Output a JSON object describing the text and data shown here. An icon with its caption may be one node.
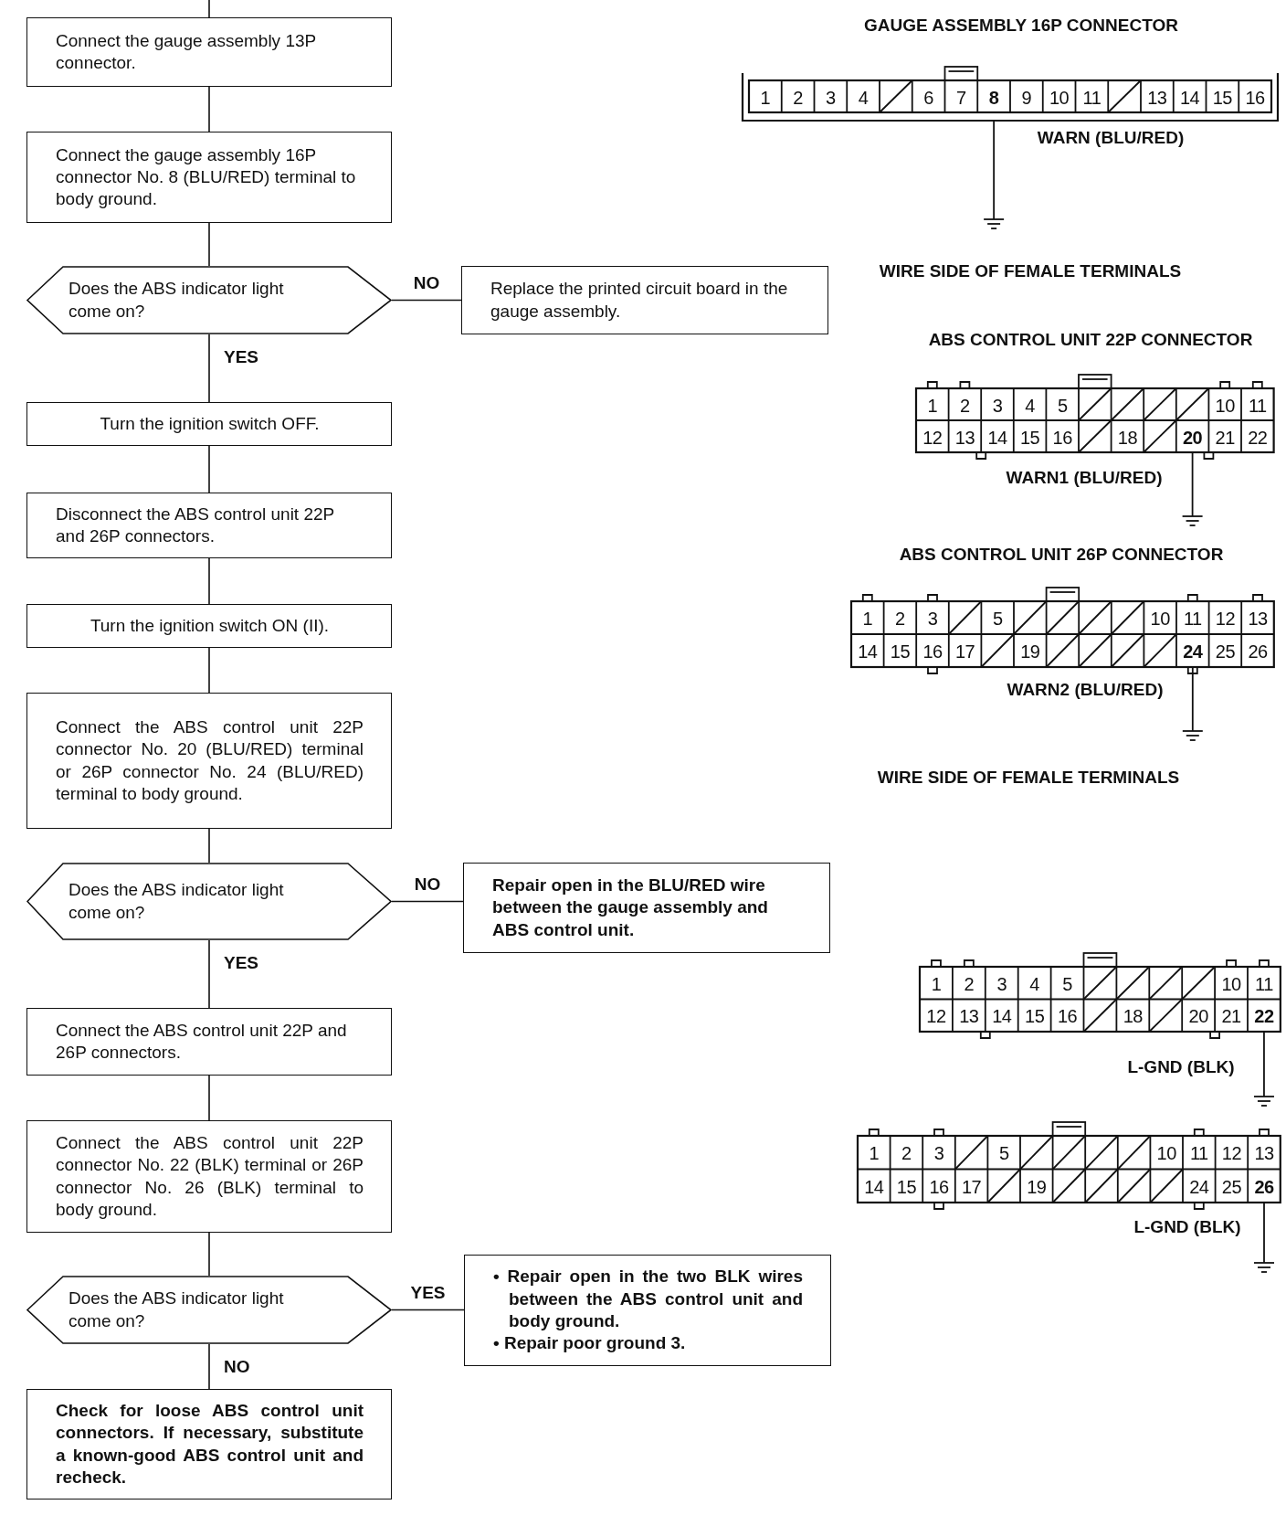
{
  "diagram": {
    "nodes": [
      {
        "text": [
          "Connect the gauge assembly 13P connector."
        ]
      },
      {
        "text": [
          "Connect the gauge assembly 16P connector No. 8 (BLU/RED) terminal to body ground."
        ]
      },
      {
        "text": [
          "Does the ABS indicator light come on?"
        ]
      },
      {
        "text": [
          "Replace the printed circuit board in the gauge assembly."
        ]
      },
      {
        "text": [
          "Turn the ignition switch OFF."
        ]
      },
      {
        "text": [
          "Disconnect the ABS control unit 22P and 26P connectors."
        ]
      },
      {
        "text": [
          "Turn the ignition switch ON (II)."
        ]
      },
      {
        "text": [
          "Connect the ABS control unit 22P connector No. 20 (BLU/RED) terminal or 26P connector No. 24 (BLU/RED) terminal to body ground."
        ]
      },
      {
        "text": [
          "Does the ABS indicator light come on?"
        ]
      },
      {
        "text": [
          "Repair open in the BLU/RED wire between the gauge assembly and ABS control unit."
        ]
      },
      {
        "text": [
          "Connect the ABS control unit 22P and 26P connectors."
        ]
      },
      {
        "text": [
          "Connect the ABS control unit 22P connector No. 22 (BLK) terminal or 26P connector No. 26 (BLK) terminal to body ground."
        ]
      },
      {
        "text": [
          "Does the ABS indicator light come on?"
        ]
      },
      {
        "text": [
          "• Repair open in the two BLK wires between the ABS control unit and body ground.",
          "• Repair poor ground 3."
        ]
      },
      {
        "text": [
          "Check for loose ABS control unit connectors. If necessary, substitute a known-good ABS control unit and recheck."
        ]
      }
    ],
    "edges": [
      {
        "from": null,
        "to": 0,
        "arrow": "none"
      },
      {
        "from": 0,
        "to": 1,
        "arrow": "none"
      },
      {
        "from": 1,
        "to": 2,
        "arrow": "none"
      },
      {
        "from": 2,
        "to": 3,
        "arrow": "none",
        "label": "NO"
      },
      {
        "from": 2,
        "to": 4,
        "arrow": "none",
        "label": "YES"
      },
      {
        "from": 4,
        "to": 5,
        "arrow": "none"
      },
      {
        "from": 5,
        "to": 6,
        "arrow": "none"
      },
      {
        "from": 6,
        "to": 7,
        "arrow": "none"
      },
      {
        "from": 7,
        "to": 8,
        "arrow": "none"
      },
      {
        "from": 8,
        "to": 9,
        "arrow": "none",
        "label": "NO"
      },
      {
        "from": 8,
        "to": 10,
        "arrow": "none",
        "label": "YES"
      },
      {
        "from": 10,
        "to": 11,
        "arrow": "none"
      },
      {
        "from": 11,
        "to": 12,
        "arrow": "none"
      },
      {
        "from": 12,
        "to": 13,
        "arrow": "none",
        "label": "YES"
      },
      {
        "from": 12,
        "to": 14,
        "arrow": "none",
        "label": "NO"
      }
    ],
    "labels": [
      "GAUGE ASSEMBLY 16P CONNECTOR",
      "1",
      "2",
      "3",
      "4",
      "6",
      "7",
      "8",
      "9",
      "10",
      "11",
      "13",
      "14",
      "15",
      "16",
      "WARN (BLU/RED)",
      "WIRE SIDE OF FEMALE TERMINALS",
      "ABS CONTROL UNIT 22P CONNECTOR",
      "1",
      "2",
      "3",
      "4",
      "5",
      "10",
      "11",
      "12",
      "13",
      "14",
      "15",
      "16",
      "18",
      "20",
      "21",
      "22",
      "WARN1 (BLU/RED)",
      "ABS CONTROL UNIT 26P CONNECTOR",
      "1",
      "2",
      "3",
      "5",
      "10",
      "11",
      "12",
      "13",
      "14",
      "15",
      "16",
      "17",
      "19",
      "24",
      "25",
      "26",
      "WARN2 (BLU/RED)",
      "WIRE SIDE OF FEMALE TERMINALS",
      "1",
      "2",
      "3",
      "4",
      "5",
      "10",
      "11",
      "12",
      "13",
      "14",
      "15",
      "16",
      "18",
      "20",
      "21",
      "22",
      "L-GND (BLK)",
      "1",
      "2",
      "3",
      "5",
      "10",
      "11",
      "12",
      "13",
      "14",
      "15",
      "16",
      "17",
      "19",
      "24",
      "25",
      "26",
      "L-GND (BLK)"
    ]
  }
}
